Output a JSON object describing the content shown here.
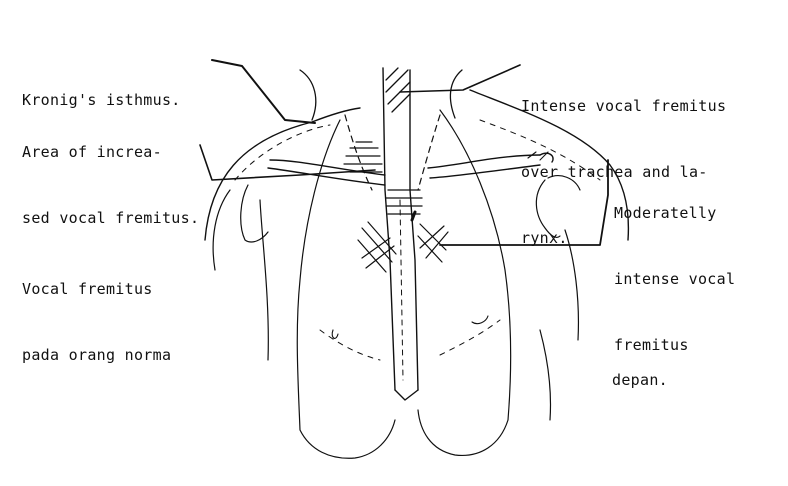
{
  "diagram": {
    "labels": {
      "kronig": [
        "Kronig's isthmus."
      ],
      "increased": [
        "Area of increa-",
        "sed vocal fremitus."
      ],
      "intense": [
        "Intense vocal fremitus",
        "over trachea and la-",
        "rynx."
      ],
      "moderate": [
        "Moderatelly",
        "intense vocal",
        "fremitus"
      ],
      "normal": [
        "Vocal fremitus",
        "pada orang norma"
      ],
      "view": [
        "depan."
      ]
    },
    "colors": {
      "ink": "#111111",
      "background": "#ffffff"
    }
  }
}
